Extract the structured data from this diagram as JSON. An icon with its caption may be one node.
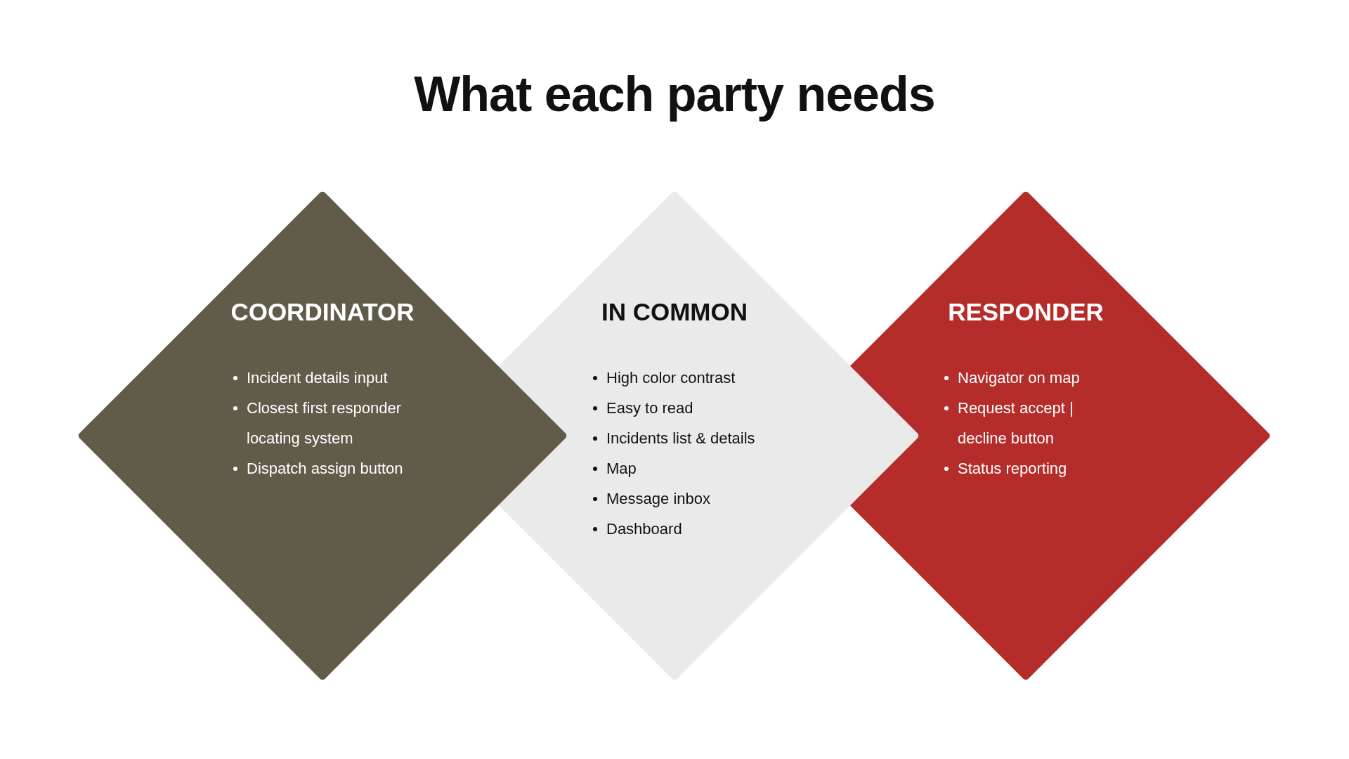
{
  "diagram": {
    "title": "What each party needs",
    "nodes": [
      {
        "text": [
          "COORDINATOR",
          "Incident details input",
          "Closest first responder locating system",
          "Dispatch assign button"
        ]
      },
      {
        "text": [
          "IN COMMON",
          "High color contrast",
          "Easy to read",
          "Incidents list & details",
          "Map",
          "Message inbox",
          "Dashboard"
        ]
      },
      {
        "text": [
          "RESPONDER",
          "Navigator on map",
          "Request accept | decline button",
          "Status reporting"
        ]
      }
    ]
  }
}
